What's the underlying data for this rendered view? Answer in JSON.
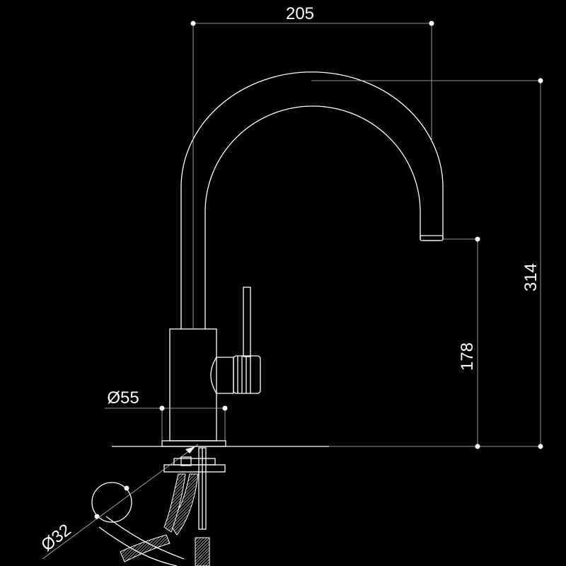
{
  "colors": {
    "background": "#000000",
    "line": "#ffffff",
    "dimension_line": "#bfbfbf"
  },
  "dimensions": {
    "spout_reach": "205",
    "total_height": "314",
    "spout_height": "178",
    "body_diameter": "Ø55",
    "hole_diameter": "Ø32"
  }
}
